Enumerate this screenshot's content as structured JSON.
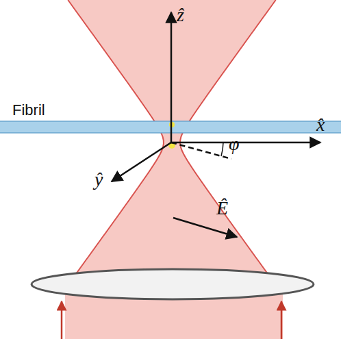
{
  "diagram": {
    "labels": [
      "ẑ",
      "Fibril",
      "x̂",
      "φ",
      "ŷ",
      "Ê"
    ]
  }
}
